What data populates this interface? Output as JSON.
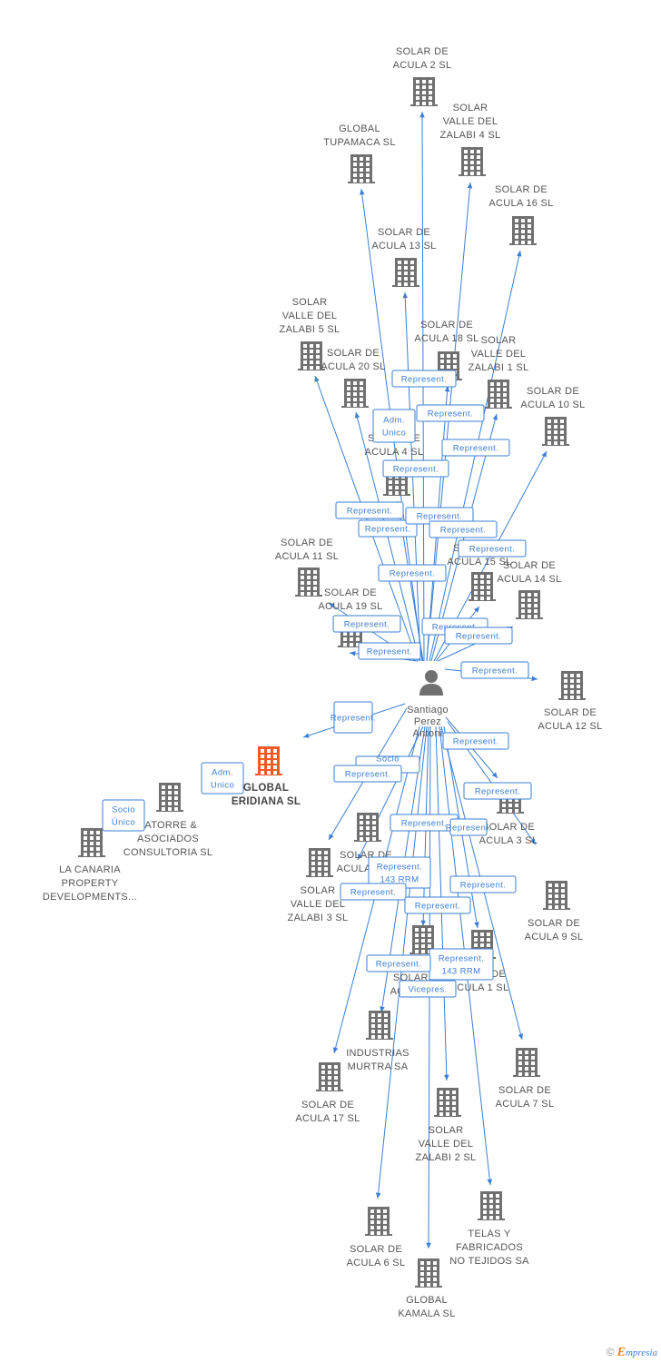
{
  "colors": {
    "edge": "#3a7fd5",
    "company": "#707070",
    "company_highlight": "#f05a28",
    "person": "#707070"
  },
  "person": {
    "name_lines": [
      "Santiago",
      "Perez",
      "Antoni"
    ],
    "icon": "person-icon"
  },
  "companies": [
    {
      "id": "c1",
      "lines": [
        "SOLAR DE",
        "ACULA 2 SL"
      ]
    },
    {
      "id": "c2",
      "lines": [
        "SOLAR",
        "VALLE DEL",
        "ZALABI 4 SL"
      ]
    },
    {
      "id": "c3",
      "lines": [
        "GLOBAL",
        "TUPAMACA SL"
      ]
    },
    {
      "id": "c4",
      "lines": [
        "SOLAR DE",
        "ACULA 16 SL"
      ]
    },
    {
      "id": "c5",
      "lines": [
        "SOLAR DE",
        "ACULA 13 SL"
      ]
    },
    {
      "id": "c6",
      "lines": [
        "SOLAR",
        "VALLE DEL",
        "ZALABI 5 SL"
      ]
    },
    {
      "id": "c7",
      "lines": [
        "SOLAR DE",
        "ACULA 18 SL"
      ]
    },
    {
      "id": "c8",
      "lines": [
        "SOLAR",
        "VALLE DEL",
        "ZALABI 1 SL"
      ]
    },
    {
      "id": "c9",
      "lines": [
        "SOLAR DE",
        "ACULA 20 SL"
      ]
    },
    {
      "id": "c10",
      "lines": [
        "SOLAR DE",
        "ACULA 10 SL"
      ]
    },
    {
      "id": "c11",
      "lines": [
        "SOLAR DE",
        "ACULA 4 SL"
      ]
    },
    {
      "id": "c12",
      "lines": [
        "SOLAR DE",
        "ACULA 11 SL"
      ]
    },
    {
      "id": "c13",
      "lines": [
        "SOLAR DE",
        "ACULA 15 SL"
      ]
    },
    {
      "id": "c14",
      "lines": [
        "SOLAR DE",
        "ACULA 14 SL"
      ]
    },
    {
      "id": "c15",
      "lines": [
        "SOLAR DE",
        "ACULA 19 SL"
      ]
    },
    {
      "id": "c16",
      "lines": [
        "SOLAR DE",
        "ACULA 12 SL"
      ]
    },
    {
      "id": "c17",
      "lines": [
        "GLOBAL",
        "ERIDIANA  SL"
      ],
      "main": true
    },
    {
      "id": "c18",
      "lines": [
        "LATORRE &",
        "ASOCIADOS",
        "CONSULTORIA SL"
      ]
    },
    {
      "id": "c19",
      "lines": [
        "LA CANARIA",
        "PROPERTY",
        "DEVELOPMENTS..."
      ]
    },
    {
      "id": "c20",
      "lines": [
        "SOLAR DE",
        "ACULA 3 SL"
      ]
    },
    {
      "id": "c21",
      "lines": [
        "SOLAR DE",
        "ACULA 8 SL"
      ]
    },
    {
      "id": "c22",
      "lines": [
        "SOLAR",
        "VALLE DEL",
        "ZALABI 3 SL"
      ]
    },
    {
      "id": "c23",
      "lines": [
        "SOLAR DE",
        "ACULA 9 SL"
      ]
    },
    {
      "id": "c24",
      "lines": [
        "SOLAR DE",
        "ACULA 5 SL"
      ]
    },
    {
      "id": "c25",
      "lines": [
        "SOLAR DE",
        "ACULA 1 SL"
      ]
    },
    {
      "id": "c26",
      "lines": [
        "INDUSTRIAS",
        "MURTRA SA"
      ]
    },
    {
      "id": "c27",
      "lines": [
        "SOLAR DE",
        "ACULA 7 SL"
      ]
    },
    {
      "id": "c28",
      "lines": [
        "SOLAR DE",
        "ACULA 17 SL"
      ]
    },
    {
      "id": "c29",
      "lines": [
        "SOLAR",
        "VALLE DEL",
        "ZALABI 2 SL"
      ]
    },
    {
      "id": "c30",
      "lines": [
        "TELAS Y",
        "FABRICADOS",
        "NO TEJIDOS SA"
      ]
    },
    {
      "id": "c31",
      "lines": [
        "SOLAR DE",
        "ACULA 6 SL"
      ]
    },
    {
      "id": "c32",
      "lines": [
        "GLOBAL",
        "KAMALA SL"
      ]
    }
  ],
  "edge_labels": [
    [
      "Represent."
    ],
    [
      "Represent."
    ],
    [
      "Adm.",
      "Unico"
    ],
    [
      "Represent."
    ],
    [
      "Represent."
    ],
    [
      "Represent."
    ],
    [
      "Represent."
    ],
    [
      "Represent."
    ],
    [
      "Represent."
    ],
    [
      "Represent."
    ],
    [
      "Represent."
    ],
    [
      "Represent."
    ],
    [
      "Represent."
    ],
    [
      "Represent."
    ],
    [
      "Represent."
    ],
    [
      "Represent."
    ],
    [
      "Represent."
    ],
    [
      "Adm.",
      "Unico"
    ],
    [
      "Socio",
      "Único"
    ],
    [
      "Socio",
      "Único"
    ],
    [
      "Represent."
    ],
    [
      "Represent."
    ],
    [
      "Represent."
    ],
    [
      "Represent."
    ],
    [
      "Represent."
    ],
    [
      "Represent.",
      "143 RRM"
    ],
    [
      "Represent."
    ],
    [
      "Represent."
    ],
    [
      "Represent."
    ],
    [
      "Represent.",
      "143 RRM"
    ],
    [
      "Represent."
    ],
    [
      "Vicepres."
    ],
    [
      "Represent."
    ]
  ],
  "footer": {
    "copyright": "©",
    "brand_initial": "E",
    "brand_rest": "mpresia"
  }
}
